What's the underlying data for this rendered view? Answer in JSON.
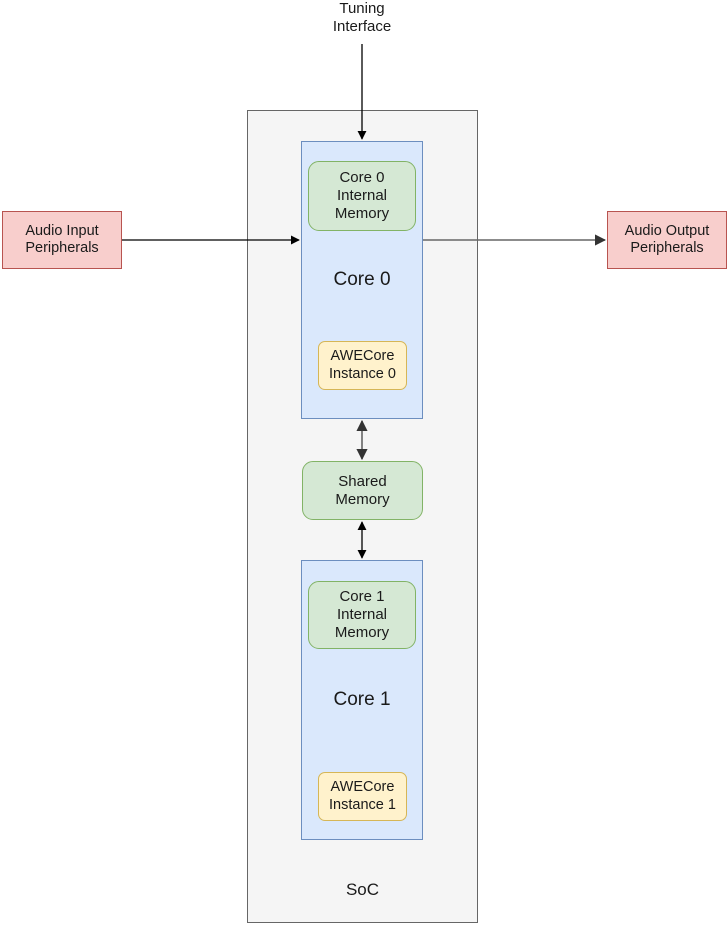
{
  "diagram": {
    "title": "SoC dual-core AWECore architecture",
    "colors": {
      "core_fill": "#dae8fc",
      "core_stroke": "#6c8ebf",
      "memory_fill": "#d5e8d4",
      "memory_stroke": "#82b366",
      "awecore_fill": "#fff2cc",
      "awecore_stroke": "#d6b656",
      "peripheral_fill": "#f8cecc",
      "peripheral_stroke": "#b85450",
      "soc_fill": "#f5f5f5",
      "soc_stroke": "#666666",
      "arrow_dark": "#000000",
      "arrow_grey": "#666666",
      "background": "#ffffff"
    },
    "labels": {
      "tuning_interface": "Tuning\nInterface",
      "soc": "SoC",
      "audio_input_peripherals": "Audio Input\nPeripherals",
      "audio_output_peripherals": "Audio Output\nPeripherals",
      "core0": "Core 0",
      "core1": "Core 1",
      "core0_internal_memory": "Core 0\nInternal\nMemory",
      "core1_internal_memory": "Core 1\nInternal\nMemory",
      "shared_memory": "Shared\nMemory",
      "awecore_instance_0": "AWECore\nInstance 0",
      "awecore_instance_1": "AWECore\nInstance 1"
    },
    "connections": [
      {
        "name": "tuning-interface-to-core0",
        "from": "Tuning Interface",
        "to": "Core 0",
        "direction": "one-way",
        "style": "solid"
      },
      {
        "name": "audio-input-to-core0",
        "from": "Audio Input Peripherals",
        "to": "Core 0",
        "direction": "one-way",
        "style": "solid"
      },
      {
        "name": "core0-to-audio-output",
        "from": "Core 0",
        "to": "Audio Output Peripherals",
        "direction": "one-way",
        "style": "solid"
      },
      {
        "name": "core0-to-shared-memory",
        "from": "Core 0",
        "to": "Shared Memory",
        "direction": "bidirectional",
        "style": "solid"
      },
      {
        "name": "shared-memory-to-core1",
        "from": "Shared Memory",
        "to": "Core 1",
        "direction": "bidirectional",
        "style": "solid"
      }
    ]
  }
}
